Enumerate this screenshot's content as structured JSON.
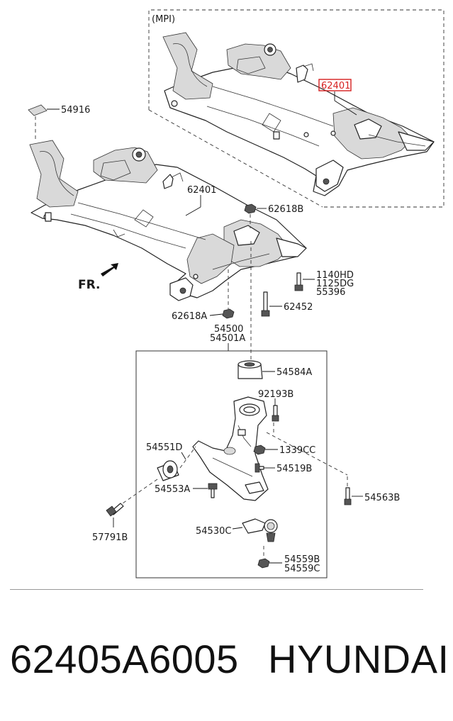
{
  "diagram": {
    "variant_label": "(MPI)",
    "fr_label": "FR.",
    "labels": {
      "upper_frame": "62401",
      "lower_frame": "62401",
      "bracket": "54916",
      "nut_top": "62618B",
      "bolt_group_1": "1140HD",
      "bolt_group_2": "1125DG",
      "bolt_group_3": "55396",
      "bolt_side": "62452",
      "nut_bottom": "62618A",
      "arm_1": "54500",
      "arm_2": "54501A",
      "bushing_top": "54584A",
      "bolt_92193": "92193B",
      "bushing_left": "54551D",
      "nut_1339": "1339CC",
      "bolt_54519": "54519B",
      "bolt_54553": "54553A",
      "bolt_54563": "54563B",
      "bolt_57791": "57791B",
      "ball_joint": "54530C",
      "nut_54559_1": "54559B",
      "nut_54559_2": "54559C"
    },
    "highlight_color": "#d62020"
  },
  "footer": {
    "part_number": "62405A6005",
    "brand": "HYUNDAI"
  }
}
